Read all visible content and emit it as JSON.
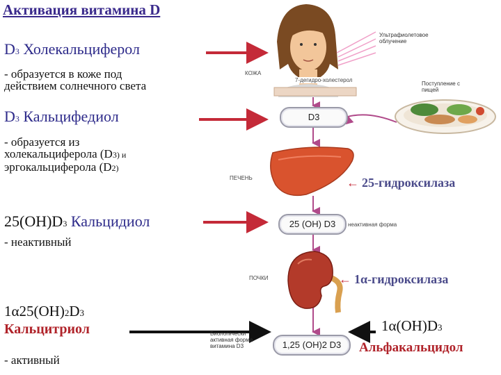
{
  "title": "Активация витамина D",
  "steps": [
    {
      "name_prefix": "D",
      "name_sub": "3",
      "name": " Холекальциферол",
      "desc_lines": [
        "- образуется в коже под",
        "действием солнечного света"
      ]
    },
    {
      "name_prefix": "D",
      "name_sub": "3",
      "name": " Кальцифедиол",
      "desc_lines": [
        "- образуется из",
        "холекальциферола (D",
        "3) и",
        "эргокальциферола (D",
        "2)"
      ]
    },
    {
      "name_prefix": "25(OH)D",
      "name_sub": "3",
      "name": " Кальцидиол",
      "desc": "- неактивный"
    },
    {
      "formula_a": "1α25(OH)",
      "formula_sub1": "2",
      "formula_b": "D",
      "formula_sub2": "3",
      "name": "Кальцитриол",
      "desc": "- активный"
    }
  ],
  "enzymes": {
    "e1": "25-гидроксилаза",
    "e2": "1α-гидроксилаза"
  },
  "arrow_glyph": "←",
  "right": {
    "formula_a": "1α(OH)D",
    "formula_sub": "3",
    "name": "Альфакальцидол"
  },
  "diagram": {
    "uv_label": "Ультрафиолетовое облучение",
    "skin_label": "КОЖА",
    "dehydro": "7-дегидро-холестерол",
    "food_label": "Поступление с пищей",
    "pill1": "D3",
    "liver_label": "ПЕЧЕНЬ",
    "pill2": "25 (OH) D3",
    "inactive_label": "неактивная форма",
    "kidney_label": "ПОЧКИ",
    "bio_label": "Биологически активная форма витамина D3",
    "pill3": "1,25 (OH)2 D3"
  },
  "colors": {
    "heading": "#2d2a8a",
    "red": "#b0232a",
    "arrow": "#c42a38",
    "flow": "#b04a8a"
  }
}
